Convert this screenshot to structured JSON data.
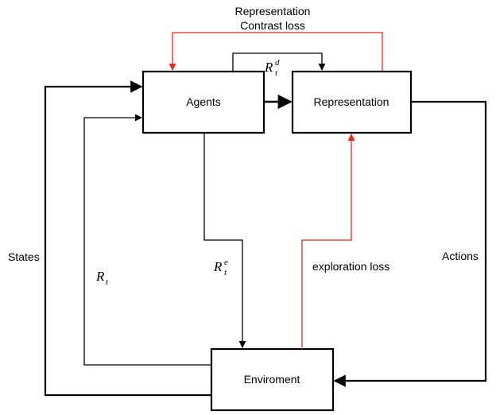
{
  "nodes": {
    "agents": "Agents",
    "representation": "Representation",
    "environment": "Enviroment"
  },
  "labels": {
    "representation_contrast_line1": "Representation",
    "representation_contrast_line2": "Contrast loss",
    "states": "States",
    "actions": "Actions",
    "exploration_loss": "exploration loss"
  },
  "math": {
    "r_t": {
      "base": "R",
      "sub": "t"
    },
    "r_t_d": {
      "base": "R",
      "sub": "t",
      "sup": "d"
    },
    "r_t_e": {
      "base": "R",
      "sub": "t",
      "sup": "e"
    }
  },
  "colors": {
    "black": "#000000",
    "red": "#e8261f"
  }
}
